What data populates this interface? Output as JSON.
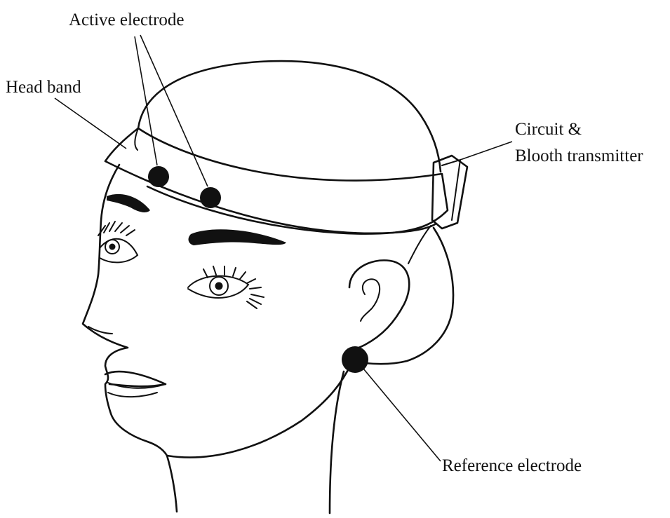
{
  "labels": {
    "active_electrode": "Active electrode",
    "head_band": "Head band",
    "circuit_line1": "Circuit &",
    "circuit_line2": "Blooth transmitter",
    "reference_electrode": "Reference electrode"
  },
  "colors": {
    "ink": "#111111",
    "background": "#ffffff"
  }
}
